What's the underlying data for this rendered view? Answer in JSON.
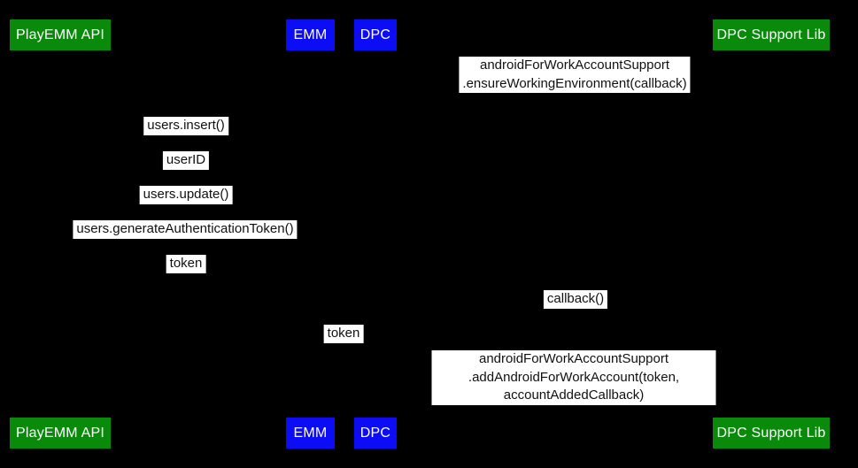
{
  "colors": {
    "background": "#000000",
    "green_actor": "#0a8a0a",
    "blue_actor": "#0d0df5",
    "actor_text": "#ffffff",
    "label_background": "#ffffff",
    "label_text": "#111111"
  },
  "participants": [
    {
      "label": "PlayEMM API",
      "color": "green"
    },
    {
      "label": "EMM",
      "color": "blue"
    },
    {
      "label": "DPC",
      "color": "blue"
    },
    {
      "label": "DPC Support Lib",
      "color": "green"
    }
  ],
  "messages": [
    {
      "label": "androidForWorkAccountSupport\n.ensureWorkingEnvironment(callback)"
    },
    {
      "label": "users.insert()"
    },
    {
      "label": "userID"
    },
    {
      "label": "users.update()"
    },
    {
      "label": "users.generateAuthenticationToken()"
    },
    {
      "label": "token"
    },
    {
      "label": "callback()"
    },
    {
      "label": "token"
    },
    {
      "label": "androidForWorkAccountSupport\n.addAndroidForWorkAccount(token, accountAddedCallback)"
    }
  ]
}
